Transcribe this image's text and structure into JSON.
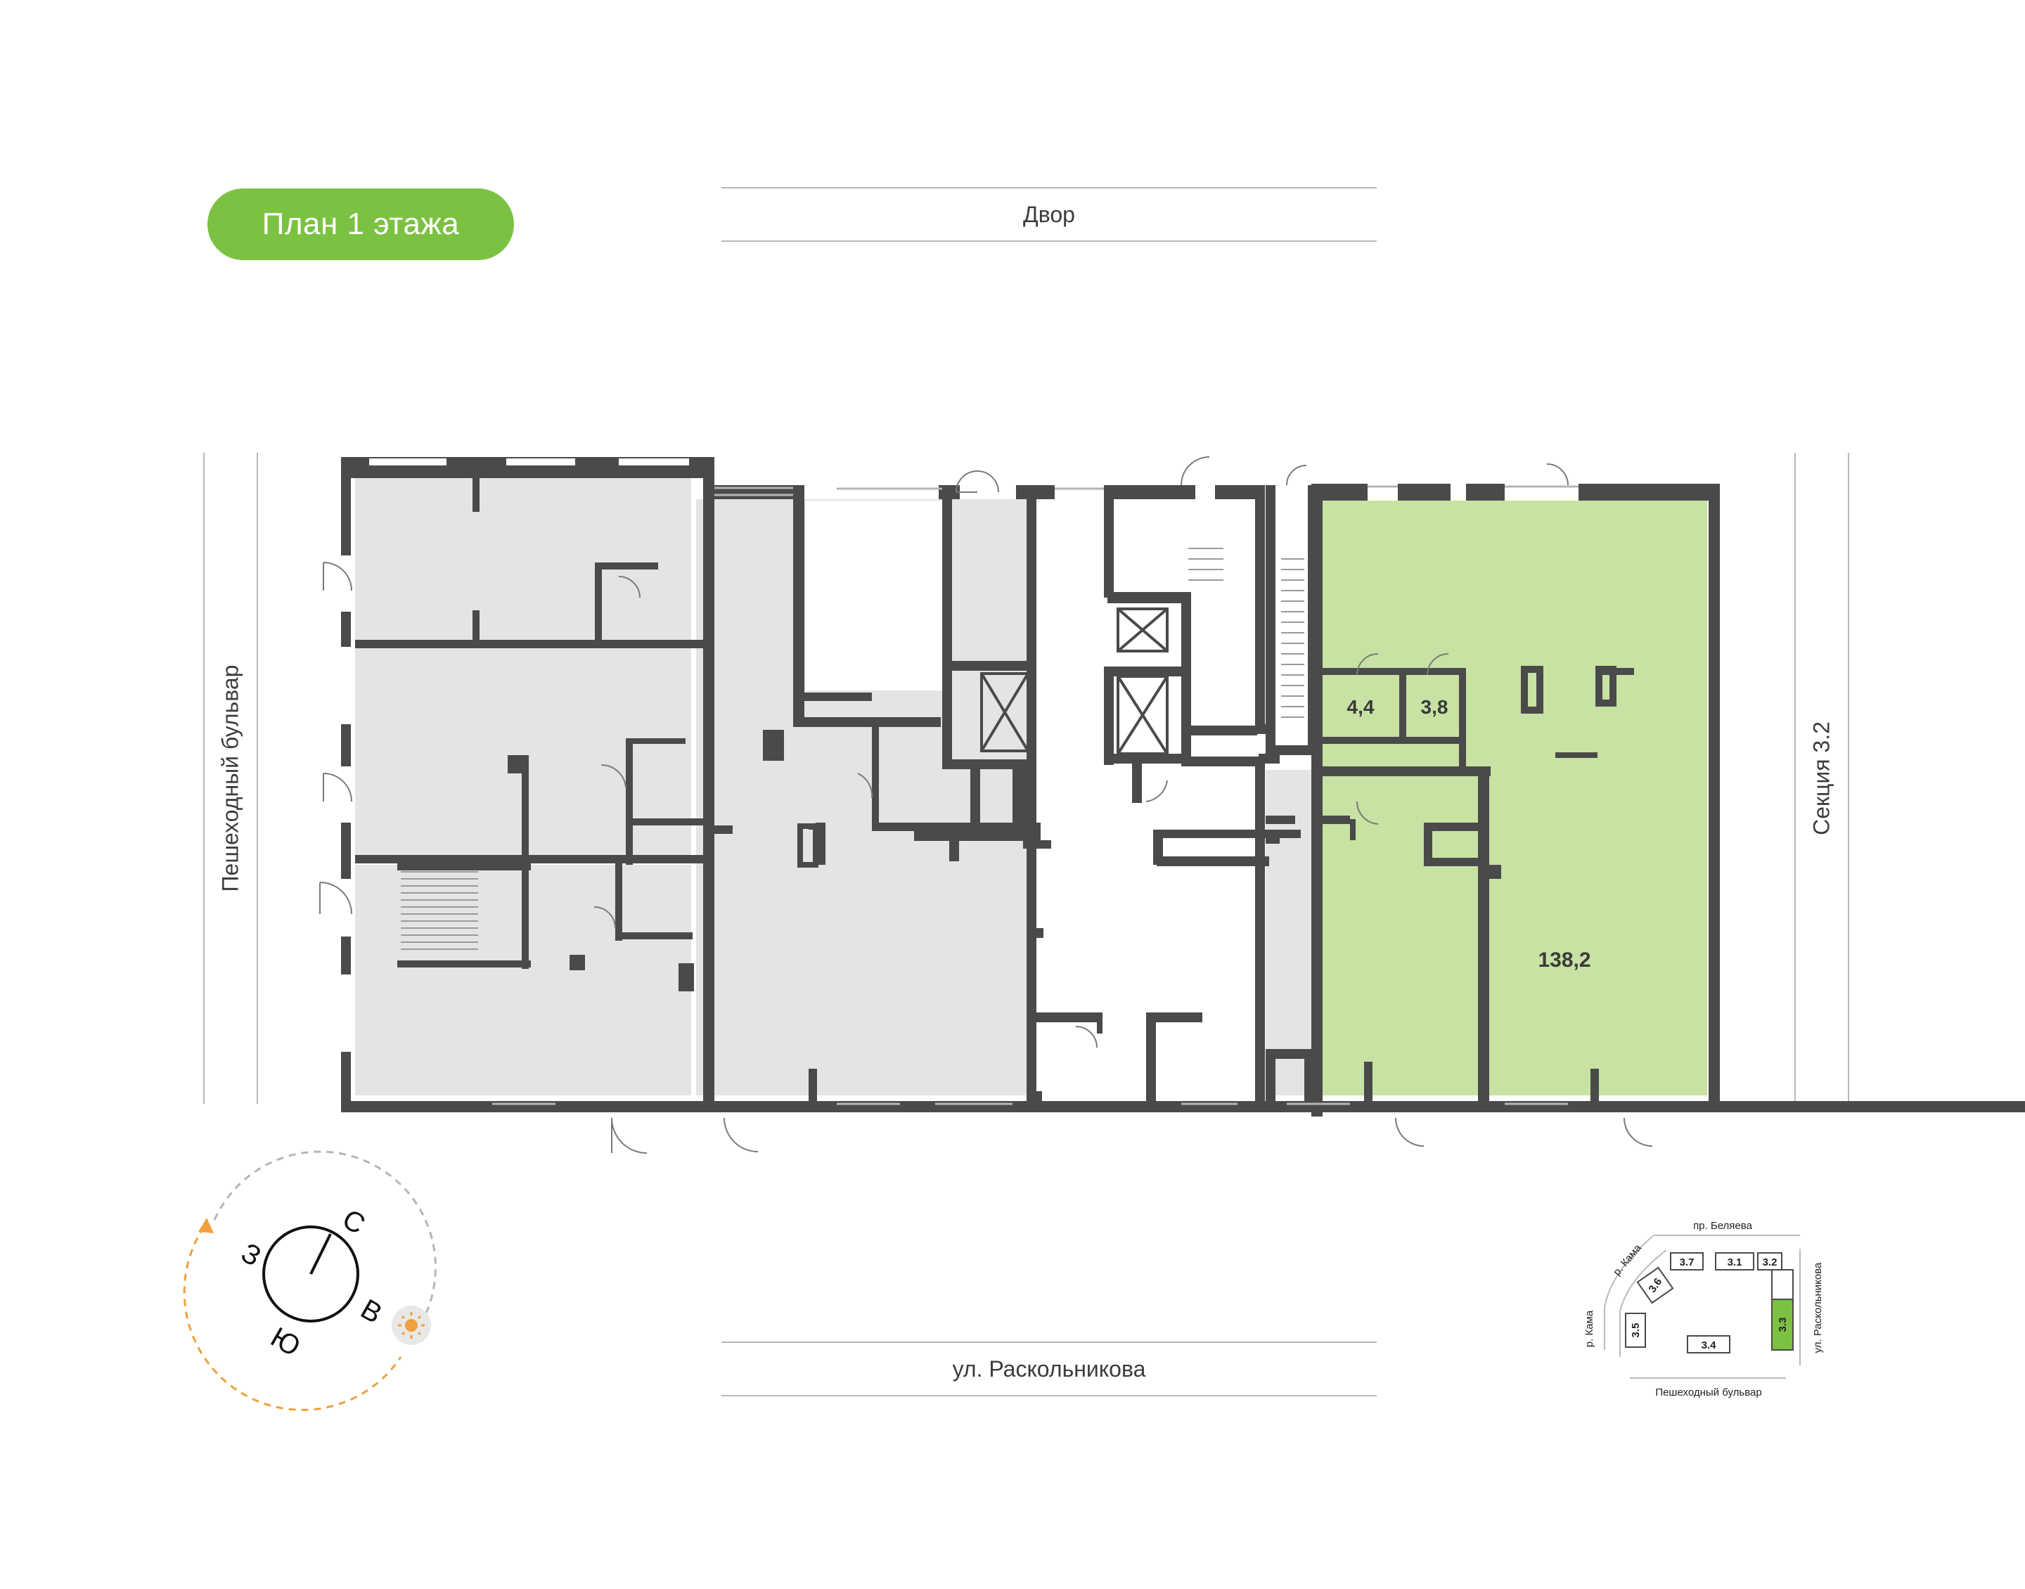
{
  "title": "План 1 этажа",
  "streets": {
    "top": "Двор",
    "bottom": "ул. Раскольникова",
    "left": "Пешеходный бульвар",
    "right": "Секция 3.2"
  },
  "rooms": {
    "main_area": "138,2",
    "small_a": "4,4",
    "small_b": "3,8"
  },
  "compass": {
    "north": "С",
    "east": "В",
    "south": "Ю",
    "west": "З",
    "sun_icon": "sun-icon"
  },
  "minimap": {
    "street_top": "пр. Беляева",
    "street_right": "ул. Раскольникова",
    "street_bottom": "Пешеходный бульвар",
    "river_a": "р. Кама",
    "river_b": "р. Кама",
    "sections": [
      "3.7",
      "3.1",
      "3.2",
      "3.6",
      "3.5",
      "3.4",
      "3.3"
    ],
    "highlight_section": "3.3"
  },
  "colors": {
    "accent": "#7cc242",
    "selected_fill": "#c7e2a3",
    "room_fill": "#e4e4e6",
    "wall": "#4a4a4a",
    "orbit": "#f0a03c"
  }
}
